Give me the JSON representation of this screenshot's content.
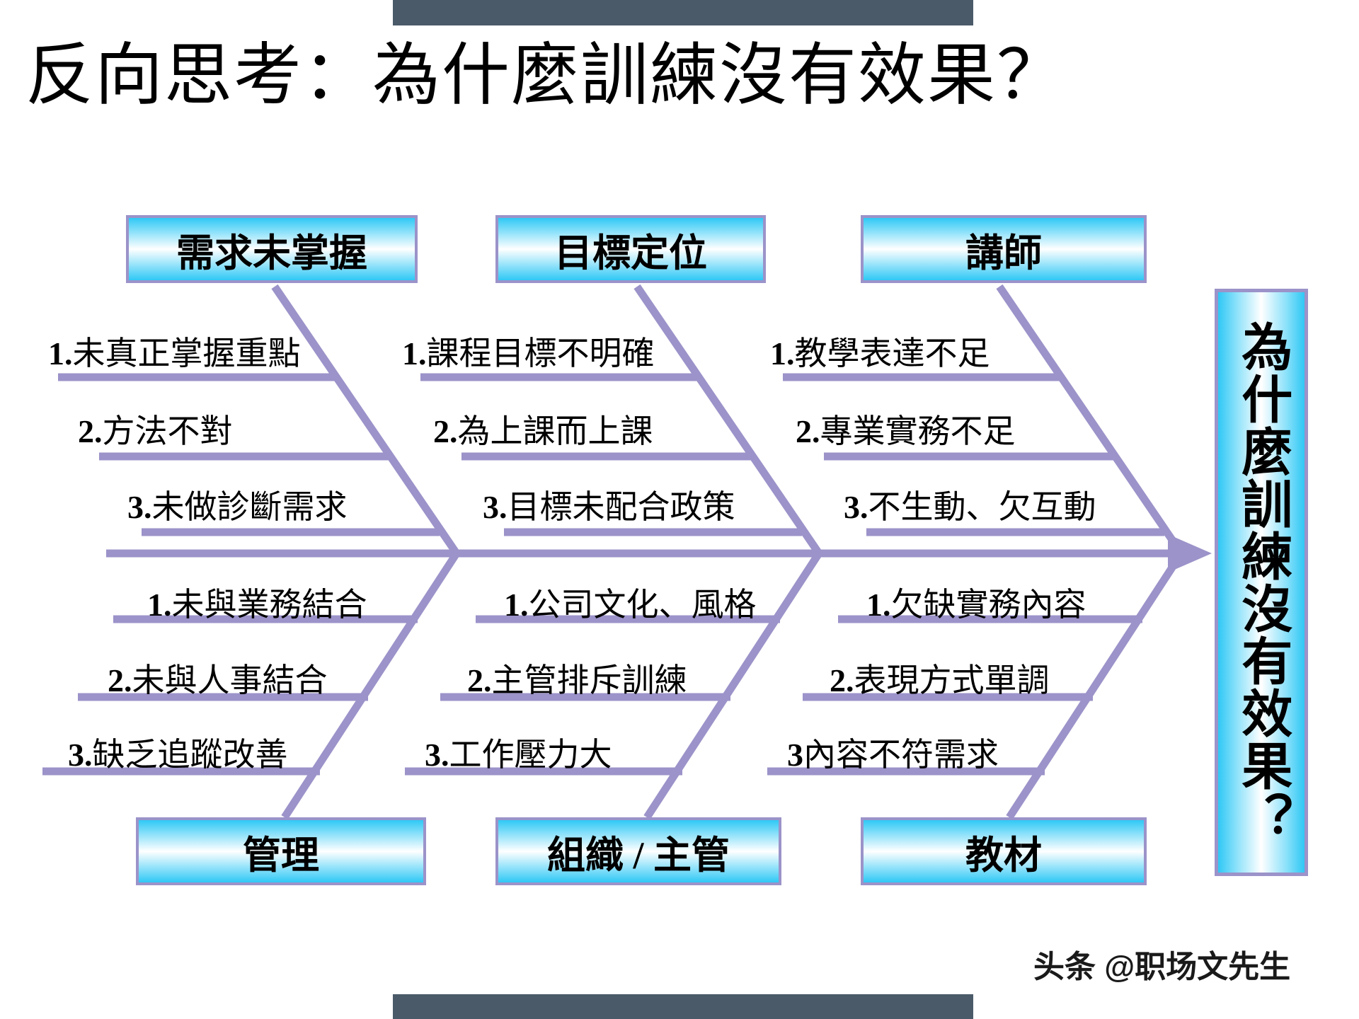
{
  "title": "反向思考：為什麼訓練沒有效果？",
  "effect": {
    "label": "為什麼訓練沒有效果？"
  },
  "watermark": "头条 @职场文先生",
  "colors": {
    "bone": "#9b93c9",
    "box_border": "#9b93c9",
    "box_fill_start": "#2fc8f5",
    "box_fill_mid": "#ffffff",
    "deco_bar": "#4a5a69",
    "text": "#000000"
  },
  "chart_data": {
    "type": "diagram",
    "diagram_kind": "fishbone-ishikawa",
    "effect": "為什麼訓練沒有效果？",
    "categories": [
      {
        "name": "需求未掌握",
        "position": "top",
        "column": 1,
        "causes": [
          {
            "num": "1.",
            "text": "未真正掌握重點"
          },
          {
            "num": "2.",
            "text": "方法不對"
          },
          {
            "num": "3.",
            "text": "未做診斷需求"
          }
        ]
      },
      {
        "name": "目標定位",
        "position": "top",
        "column": 2,
        "causes": [
          {
            "num": "1.",
            "text": "課程目標不明確"
          },
          {
            "num": "2.",
            "text": "為上課而上課"
          },
          {
            "num": "3.",
            "text": "目標未配合政策"
          }
        ]
      },
      {
        "name": "講師",
        "position": "top",
        "column": 3,
        "causes": [
          {
            "num": "1.",
            "text": "教學表達不足"
          },
          {
            "num": "2.",
            "text": "專業實務不足"
          },
          {
            "num": "3.",
            "text": "不生動、欠互動"
          }
        ]
      },
      {
        "name": "管理",
        "position": "bottom",
        "column": 1,
        "causes": [
          {
            "num": "1.",
            "text": "未與業務結合"
          },
          {
            "num": "2.",
            "text": "未與人事結合"
          },
          {
            "num": "3.",
            "text": "缺乏追蹤改善"
          }
        ]
      },
      {
        "name": "組織 / 主管",
        "position": "bottom",
        "column": 2,
        "causes": [
          {
            "num": "1.",
            "text": "公司文化、風格"
          },
          {
            "num": "2.",
            "text": "主管排斥訓練"
          },
          {
            "num": "3.",
            "text": "工作壓力大"
          }
        ]
      },
      {
        "name": "教材",
        "position": "bottom",
        "column": 3,
        "causes": [
          {
            "num": "1.",
            "text": "欠缺實務內容"
          },
          {
            "num": "2.",
            "text": "表現方式單調"
          },
          {
            "num": "3",
            "text": "內容不符需求"
          }
        ]
      }
    ]
  },
  "boxes": {
    "top1": "需求未掌握",
    "top2": "目標定位",
    "top3": "講師",
    "bottom1": "管理",
    "bottom2": "組織 / 主管",
    "bottom3": "教材"
  },
  "causes": {
    "t1c1n": "1.",
    "t1c1t": "未真正掌握重點",
    "t1c2n": "2.",
    "t1c2t": "方法不對",
    "t1c3n": "3.",
    "t1c3t": "未做診斷需求",
    "t2c1n": "1.",
    "t2c1t": "課程目標不明確",
    "t2c2n": "2.",
    "t2c2t": "為上課而上課",
    "t2c3n": "3.",
    "t2c3t": "目標未配合政策",
    "t3c1n": "1.",
    "t3c1t": "教學表達不足",
    "t3c2n": "2.",
    "t3c2t": "專業實務不足",
    "t3c3n": "3.",
    "t3c3t": "不生動、欠互動",
    "b1c1n": "1.",
    "b1c1t": "未與業務結合",
    "b1c2n": "2.",
    "b1c2t": "未與人事結合",
    "b1c3n": "3.",
    "b1c3t": "缺乏追蹤改善",
    "b2c1n": "1.",
    "b2c1t": "公司文化、風格",
    "b2c2n": "2.",
    "b2c2t": "主管排斥訓練",
    "b2c3n": "3.",
    "b2c3t": "工作壓力大",
    "b3c1n": "1.",
    "b3c1t": "欠缺實務內容",
    "b3c2n": "2.",
    "b3c2t": "表現方式單調",
    "b3c3n": "3",
    "b3c3t": "內容不符需求"
  }
}
